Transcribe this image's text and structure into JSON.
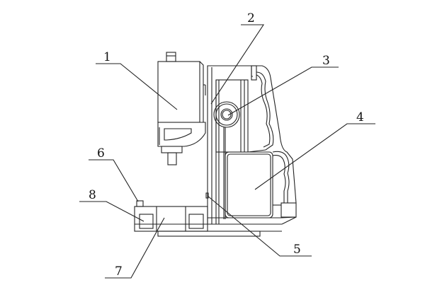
{
  "figure": {
    "labels": [
      {
        "id": "1",
        "text": "1"
      },
      {
        "id": "2",
        "text": "2"
      },
      {
        "id": "3",
        "text": "3"
      },
      {
        "id": "4",
        "text": "4"
      },
      {
        "id": "5",
        "text": "5"
      },
      {
        "id": "6",
        "text": "6"
      },
      {
        "id": "7",
        "text": "7"
      },
      {
        "id": "8",
        "text": "8"
      }
    ],
    "line_color": "#222222"
  }
}
